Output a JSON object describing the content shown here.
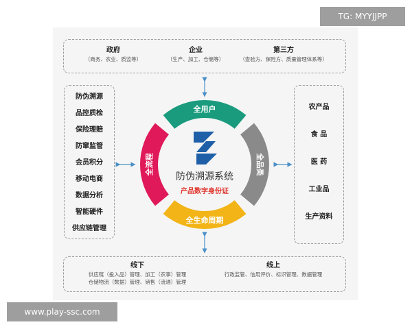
{
  "watermarks": {
    "top": "TG: MYYJJPP",
    "bottom": "www.play-ssc.com"
  },
  "top_panel": {
    "columns": [
      {
        "title": "政府",
        "sub": "（商务、农业、质监等）"
      },
      {
        "title": "企业",
        "sub": "（生产、加工、仓储等）"
      },
      {
        "title": "第三方",
        "sub": "（查验方、保险方、质量管理体系等）"
      }
    ]
  },
  "left_list": [
    "防伪溯源",
    "品控质检",
    "保险理赔",
    "防窜监管",
    "会员积分",
    "移动电商",
    "数据分析",
    "智能硬件",
    "供应链管理"
  ],
  "right_list": [
    "农产品",
    "食  品",
    "医  药",
    "工业品",
    "生产资料"
  ],
  "bottom_panel": {
    "offline": {
      "title": "线下",
      "line1": "供应链（投入品）管理、加工（农事）管理",
      "line2": "仓储物流（数据）管理、销售（流通）管理"
    },
    "online": {
      "title": "线上",
      "line1": "行政监管、信用评价、标识管理、数据管理"
    }
  },
  "center": {
    "title": "防伪溯源系统",
    "subtitle": "产品数字身份证",
    "segments": [
      {
        "label": "全用户",
        "color": "#1a9b7e"
      },
      {
        "label": "全品类",
        "color": "#8a8a8a"
      },
      {
        "label": "全生命周期",
        "color": "#f2b417"
      },
      {
        "label": "全流程",
        "color": "#e0195a"
      }
    ],
    "logo_color": "#1f5fa8"
  }
}
